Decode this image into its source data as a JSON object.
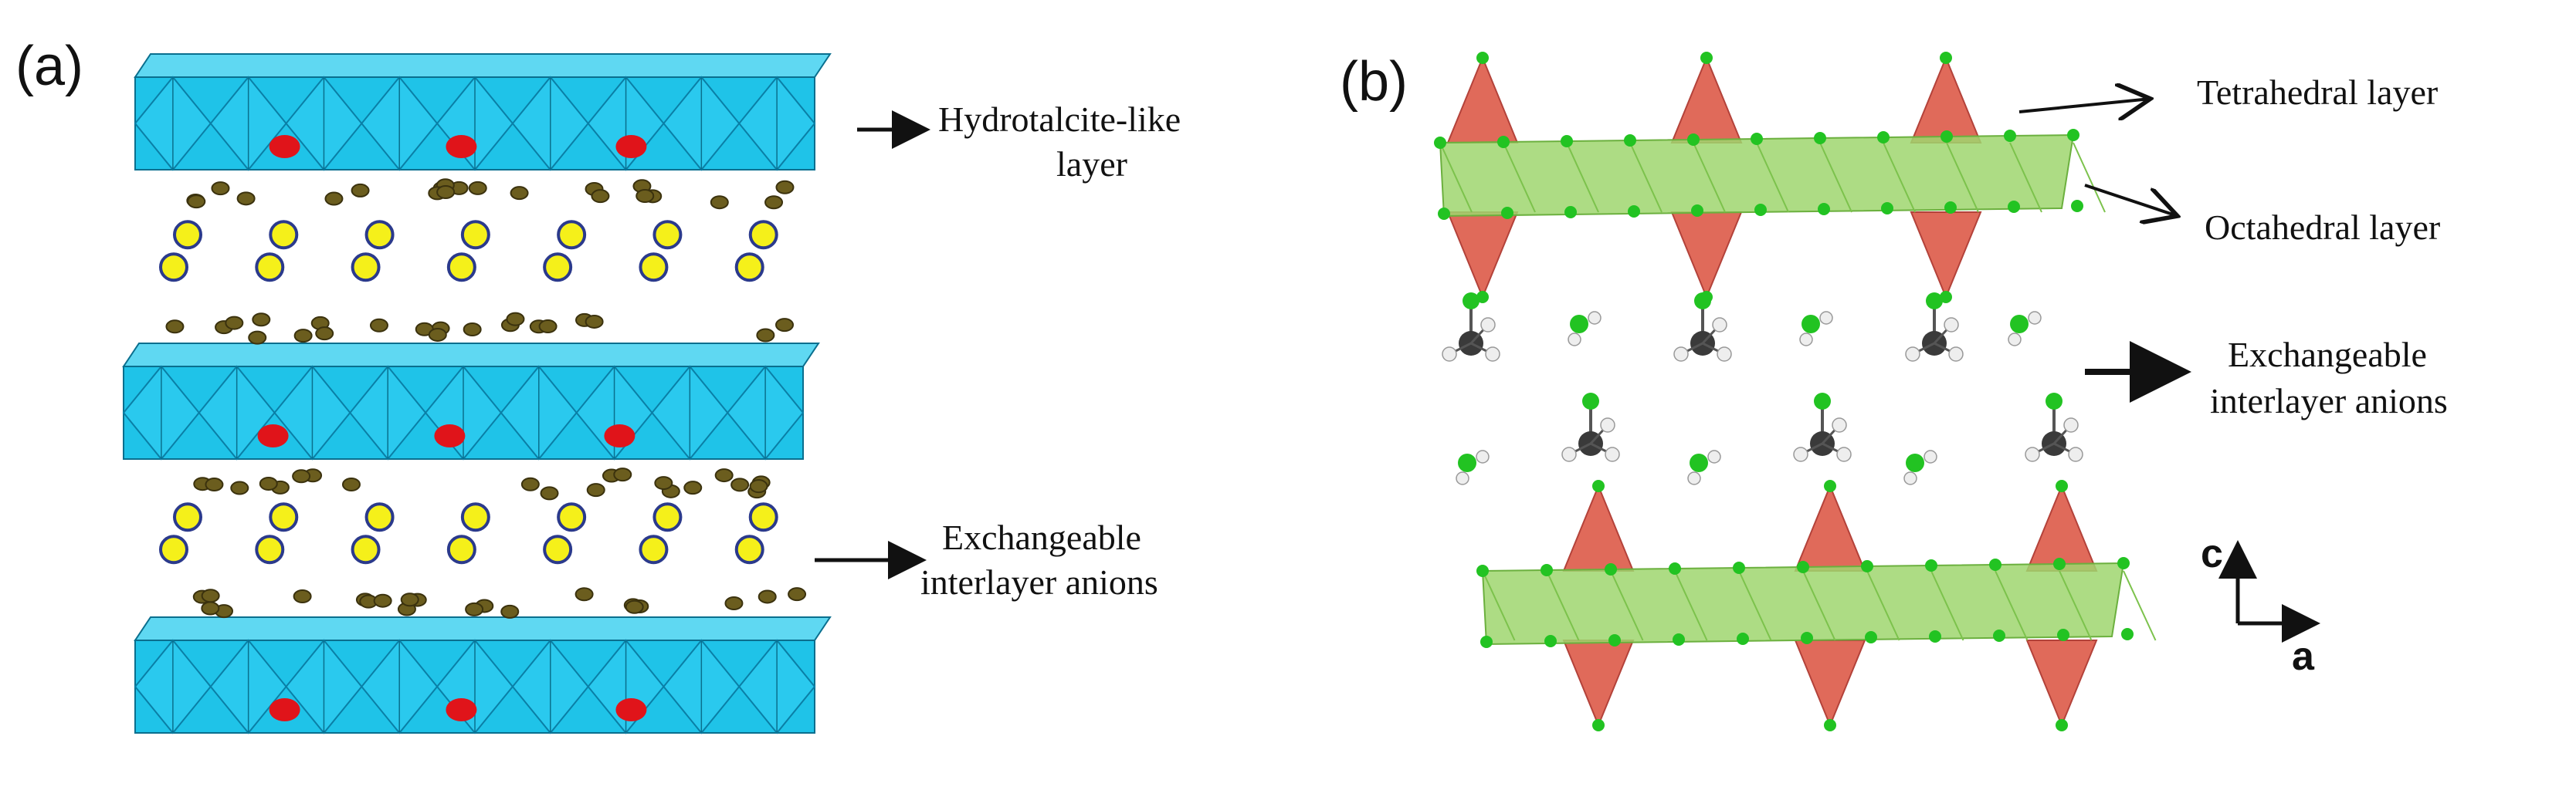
{
  "panels": {
    "a": {
      "label": "(a)",
      "annotations": {
        "layer": [
          "Hydrotalcite-like",
          "layer"
        ],
        "anions": [
          "Exchangeable",
          "interlayer anions"
        ]
      }
    },
    "b": {
      "label": "(b)",
      "annotations": {
        "tetrahedral": "Tetrahedral layer",
        "octahedral": "Octahedral layer",
        "anions": [
          "Exchangeable",
          "interlayer anions"
        ]
      },
      "axes": {
        "vertical": "c",
        "horizontal": "a"
      }
    }
  },
  "colors": {
    "octahedron_blue": "#1fc3e8",
    "octahedron_blue_dark": "#0a7fa6",
    "cation_red": "#e0141a",
    "anion_yellow": "#f5f01a",
    "anion_ring": "#2b3a8c",
    "water_olive": "#6b5d1e",
    "octa_green": "#9fd66e",
    "tetra_red": "#e06a5a",
    "oxygen_green": "#22c322",
    "carbon_gray": "#3a3a3a",
    "hydrogen_white": "#eeeeee"
  }
}
